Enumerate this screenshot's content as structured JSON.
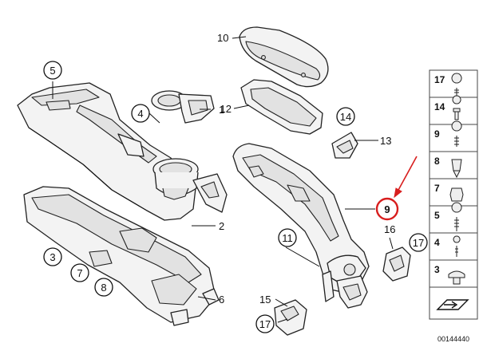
{
  "labels": {
    "l1": "1",
    "l2": "2",
    "l3": "3",
    "l4": "4",
    "l5": "5",
    "l6": "6",
    "l7": "7",
    "l8": "8",
    "l9": "9",
    "l10": "10",
    "l11": "11",
    "l12": "12",
    "l13": "13",
    "l14": "14",
    "l15": "15",
    "l16": "16",
    "l17a": "17",
    "l17b": "17"
  },
  "legend": [
    "17",
    "14",
    "9",
    "8",
    "7",
    "5",
    "4",
    "3"
  ],
  "doc_number": "00144440",
  "highlight_color": "#d81e1e",
  "arrow_color": "#d81e1e"
}
